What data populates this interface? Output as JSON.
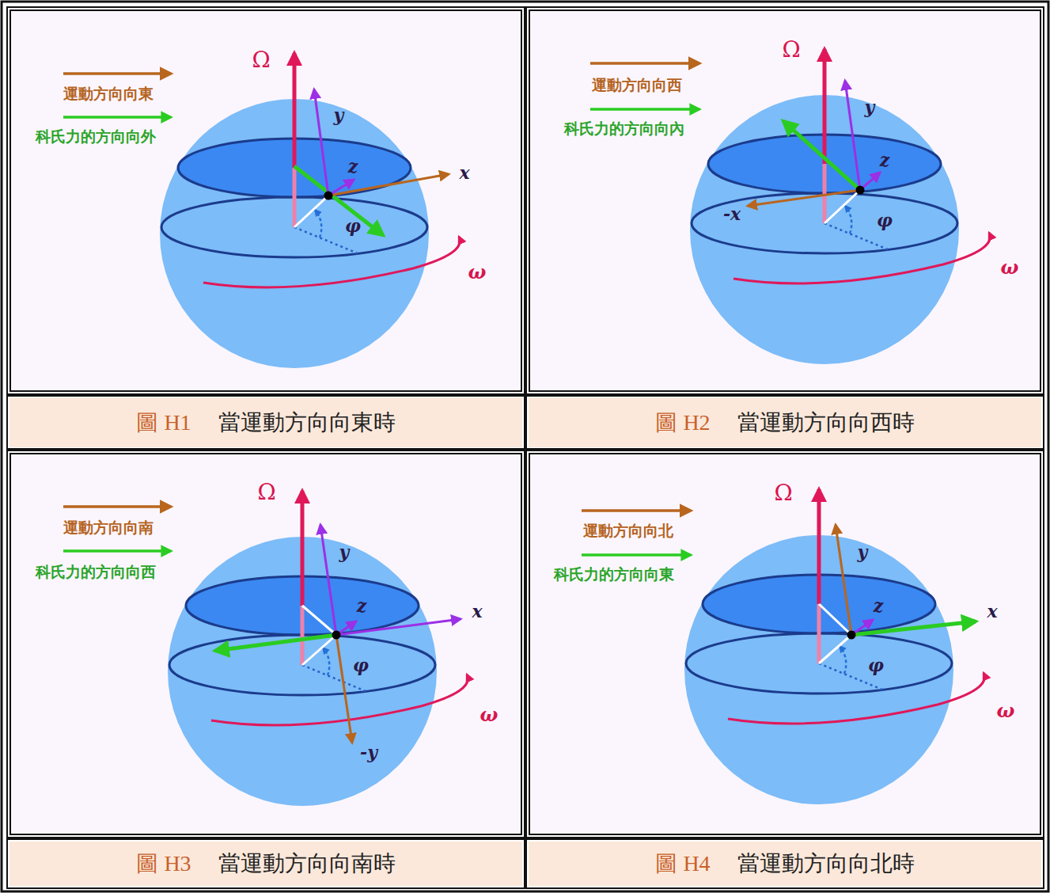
{
  "diagram": {
    "nodes": [
      {
        "text": [
          "圖 H1",
          "當運動方向向東時"
        ]
      },
      {
        "text": [
          "圖 H2",
          "當運動方向向西時"
        ]
      },
      {
        "text": [
          "圖 H3",
          "當運動方向向南時"
        ]
      },
      {
        "text": [
          "圖 H4",
          "當運動方向向北時"
        ]
      }
    ],
    "labels": [
      "Ω",
      "y",
      "z",
      "x",
      "φ",
      "ω",
      "Ω",
      "y",
      "z",
      "-x",
      "φ",
      "ω",
      "Ω",
      "y",
      "z",
      "x",
      "φ",
      "-y",
      "ω",
      "Ω",
      "y",
      "z",
      "x",
      "φ",
      "ω"
    ],
    "legend": [
      {
        "text": "運動方向向東"
      },
      {
        "text": "科氏力的方向向外"
      },
      {
        "text": "運動方向向西"
      },
      {
        "text": "科氏力的方向向內"
      },
      {
        "text": "運動方向向南"
      },
      {
        "text": "科氏力的方向向西"
      },
      {
        "text": "運動方向向北"
      },
      {
        "text": "科氏力的方向向東"
      }
    ]
  }
}
